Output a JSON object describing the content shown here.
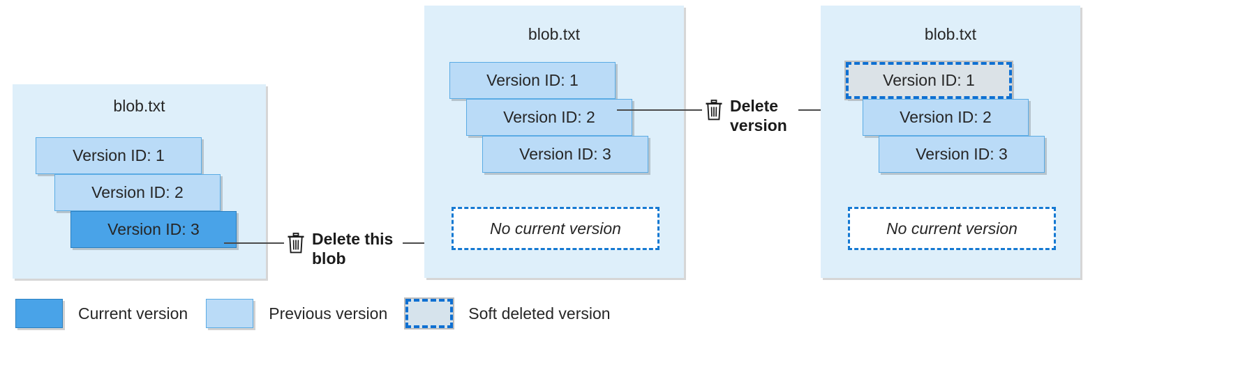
{
  "diagram": {
    "title_blob": "blob.txt",
    "colors": {
      "panel_bg": "#deeffa",
      "current_version": "#49a3e8",
      "previous_version": "#badbf7",
      "soft_deleted": "#dbe2e7",
      "dashed_border": "#1579d2",
      "line": "#4a4a4a"
    }
  },
  "panels": [
    {
      "name": "before-delete",
      "title": "blob.txt",
      "versions": [
        {
          "label": "Version ID: 1",
          "state": "previous"
        },
        {
          "label": "Version ID: 2",
          "state": "previous"
        },
        {
          "label": "Version ID: 3",
          "state": "current"
        }
      ],
      "placeholder": null
    },
    {
      "name": "after-delete-blob",
      "title": "blob.txt",
      "versions": [
        {
          "label": "Version ID: 1",
          "state": "previous"
        },
        {
          "label": "Version ID: 2",
          "state": "previous"
        },
        {
          "label": "Version ID: 3",
          "state": "previous"
        }
      ],
      "placeholder": "No current version"
    },
    {
      "name": "after-delete-version",
      "title": "blob.txt",
      "versions": [
        {
          "label": "Version ID: 1",
          "state": "soft-deleted"
        },
        {
          "label": "Version ID: 2",
          "state": "previous"
        },
        {
          "label": "Version ID: 3",
          "state": "previous"
        }
      ],
      "placeholder": "No current version"
    }
  ],
  "actions": [
    {
      "name": "delete-this-blob",
      "label": "Delete this\nblob",
      "icon": "trash-icon"
    },
    {
      "name": "delete-version",
      "label": "Delete\nversion",
      "icon": "trash-icon"
    }
  ],
  "legend": {
    "items": [
      {
        "label": "Current version",
        "state": "current"
      },
      {
        "label": "Previous version",
        "state": "previous"
      },
      {
        "label": "Soft deleted version",
        "state": "soft-deleted"
      }
    ]
  }
}
